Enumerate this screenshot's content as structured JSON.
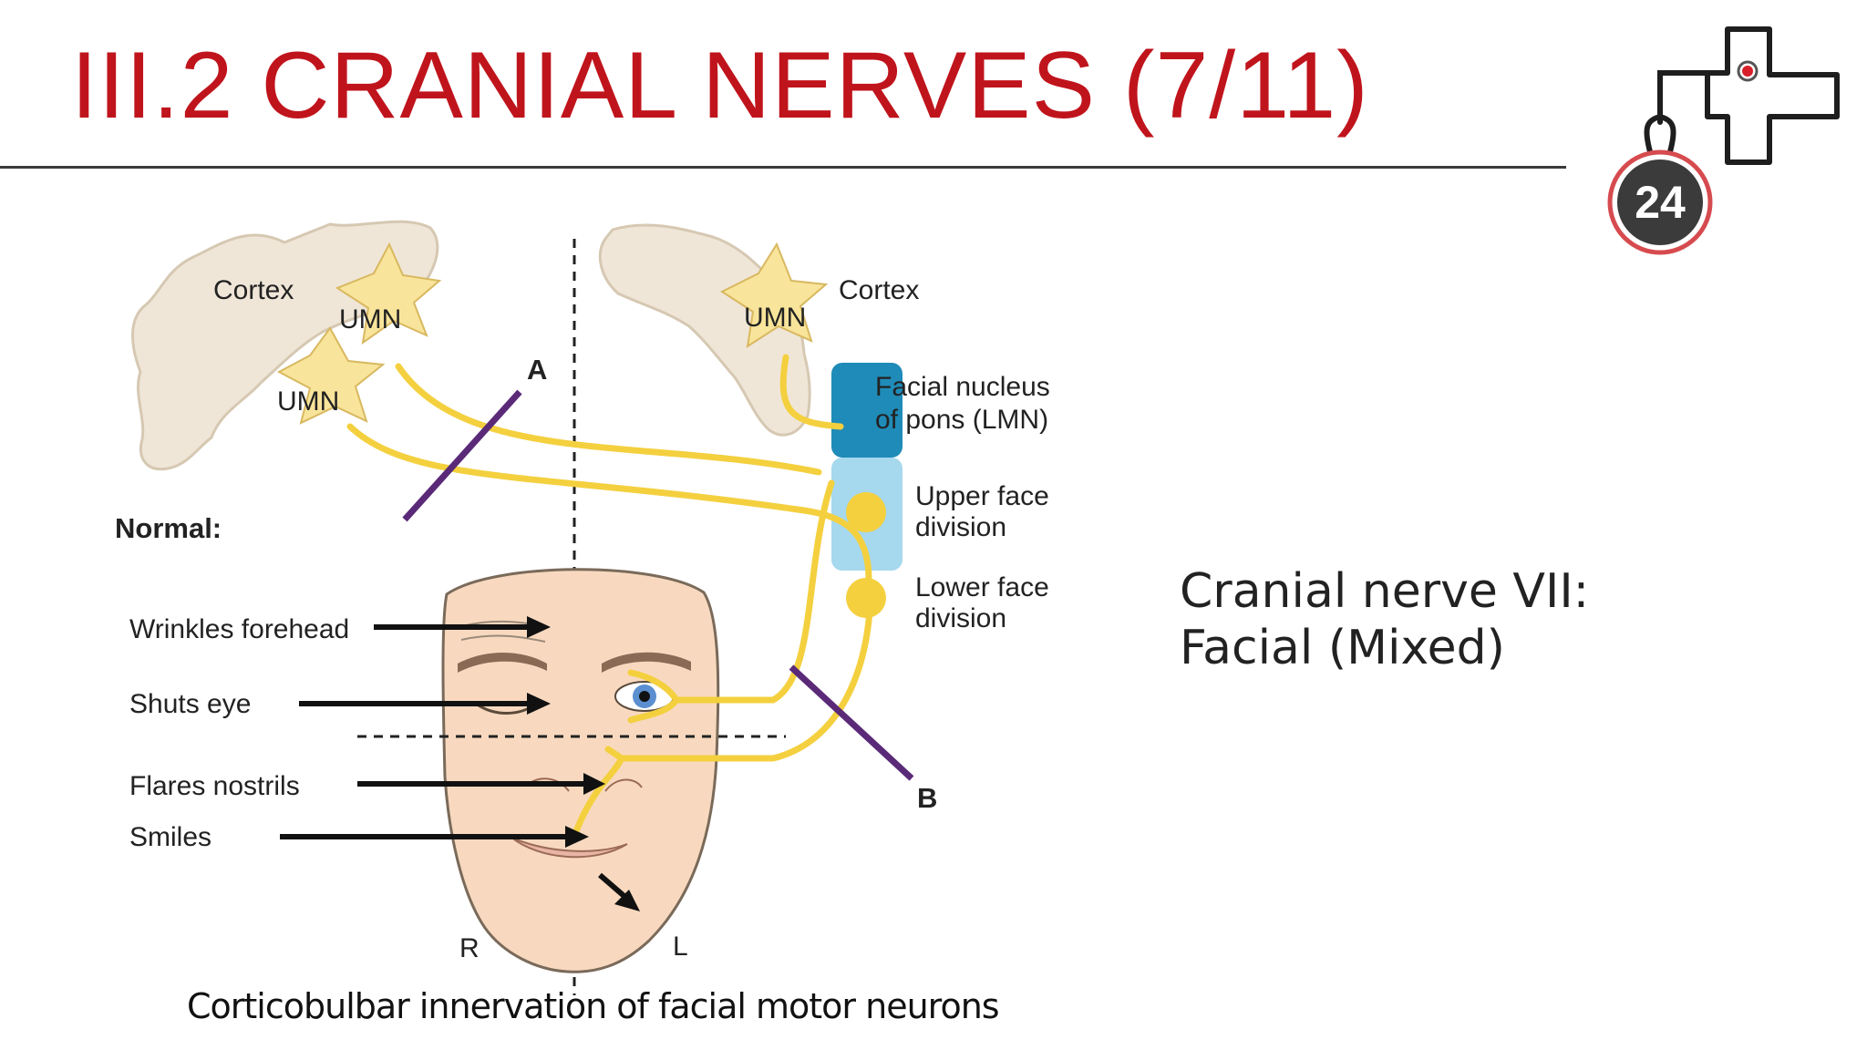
{
  "slide": {
    "title": "III.2 CRANIAL NERVES (7/11)",
    "page_number": "24",
    "side_text": [
      "Cranial nerve VII:",
      "Facial (Mixed)"
    ],
    "caption": "Corticobulbar innervation of facial motor neurons"
  },
  "diagram": {
    "cortex_left": "Cortex",
    "cortex_right": "Cortex",
    "umn_label": "UMN",
    "lesion_a": "A",
    "lesion_b": "B",
    "nucleus": [
      "Facial nucleus",
      "of pons (LMN)"
    ],
    "upper_division": [
      "Upper face",
      "division"
    ],
    "lower_division": [
      "Lower face",
      "division"
    ],
    "normal_heading": "Normal:",
    "functions": [
      "Wrinkles forehead",
      "Shuts eye",
      "Flares nostrils",
      "Smiles"
    ],
    "side_right": "R",
    "side_left": "L"
  },
  "colors": {
    "title": "#c0141c",
    "nerve": "#f4d03f",
    "nucleus_upper": "#1f8bb8",
    "nucleus_lower": "#a6d8ee",
    "lesion": "#5a2a78",
    "face_skin": "#f8d9bf",
    "brain": "#f0e6d8"
  }
}
